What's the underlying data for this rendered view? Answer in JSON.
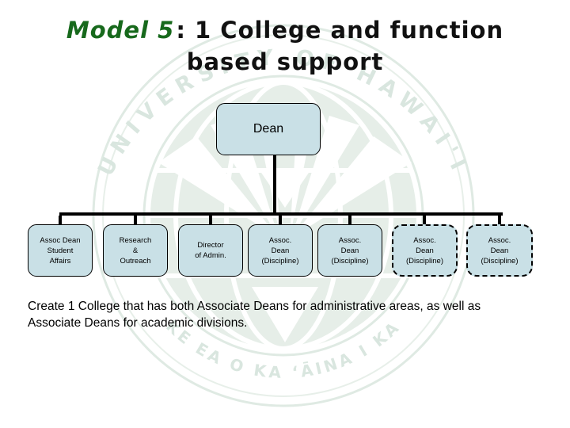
{
  "slide": {
    "title": {
      "line1_highlight": "Model 5",
      "line1_rest": ": 1 College and function",
      "line2": "based support",
      "highlight_color": "#17691c"
    },
    "org_chart": {
      "box_fill": "#c9e0e6",
      "root": {
        "label": "Dean"
      },
      "children": [
        {
          "label": "Assoc Dean\nStudent\nAffairs",
          "border": "solid"
        },
        {
          "label": "Research\n&\nOutreach",
          "border": "solid"
        },
        {
          "label": "Director\nof Admin.",
          "border": "solid"
        },
        {
          "label": "Assoc.\nDean\n(Discipline)",
          "border": "solid"
        },
        {
          "label": "Assoc.\nDean\n(Discipline)",
          "border": "solid"
        },
        {
          "label": "Assoc.\nDean\n(Discipline)",
          "border": "dashed"
        },
        {
          "label": "Assoc.\nDean\n(Discipline)",
          "border": "dashed"
        }
      ]
    },
    "caption": "Create 1 College that has both Associate Deans for administrative areas, as well as Associate Deans for academic divisions.",
    "watermark": {
      "name": "university-of-hawaii-seal",
      "ring_text_top": "UNIVERSITY OF HAWAI'I",
      "ring_text_bottom": "KE EA O KA ‘ĀINA I KA",
      "color": "#d9e6df"
    }
  }
}
